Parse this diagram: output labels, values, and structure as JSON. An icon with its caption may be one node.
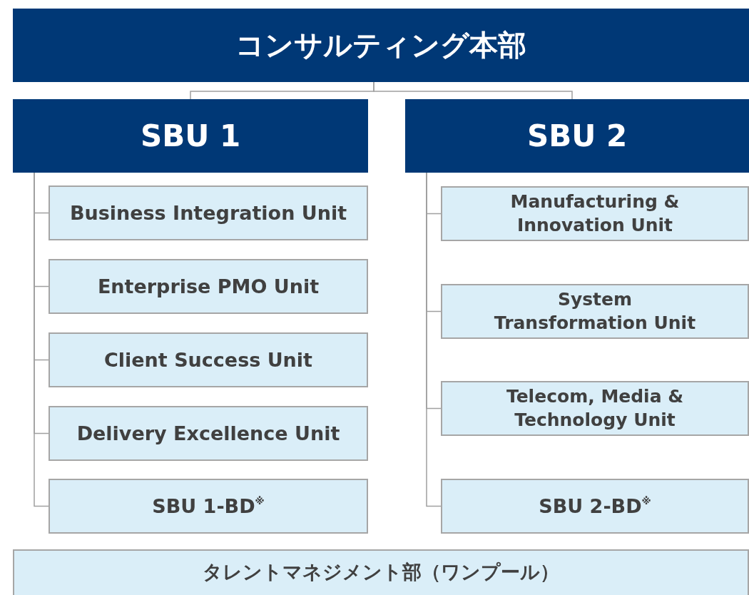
{
  "diagram": {
    "nodes": [
      {
        "text": [
          "コンサルティング本部"
        ]
      },
      {
        "text": [
          "SBU 1"
        ]
      },
      {
        "text": [
          "SBU 2"
        ]
      },
      {
        "text": [
          "Business Integration Unit"
        ]
      },
      {
        "text": [
          "Enterprise PMO Unit"
        ]
      },
      {
        "text": [
          "Client Success Unit"
        ]
      },
      {
        "text": [
          "Delivery Excellence Unit"
        ]
      },
      {
        "text": [
          "SBU 1-BD$^{※}$"
        ]
      },
      {
        "text": [
          "Manufacturing & Innovation Unit"
        ]
      },
      {
        "text": [
          "System Transformation Unit"
        ]
      },
      {
        "text": [
          "Telecom, Media & Technology Unit"
        ]
      },
      {
        "text": [
          "SBU 2-BD$^{※}$"
        ]
      },
      {
        "text": [
          "タレントマネジメント部（ワンプール）"
        ]
      }
    ],
    "edges": [
      {
        "from": 0,
        "to": 1,
        "arrow": "none"
      },
      {
        "from": 0,
        "to": 2,
        "arrow": "none"
      },
      {
        "from": 1,
        "to": 3,
        "arrow": "none"
      },
      {
        "from": 1,
        "to": 4,
        "arrow": "none"
      },
      {
        "from": 1,
        "to": 5,
        "arrow": "none"
      },
      {
        "from": 1,
        "to": 6,
        "arrow": "none"
      },
      {
        "from": 1,
        "to": 7,
        "arrow": "none"
      },
      {
        "from": 2,
        "to": 8,
        "arrow": "none"
      },
      {
        "from": 2,
        "to": 9,
        "arrow": "none"
      },
      {
        "from": 2,
        "to": 10,
        "arrow": "none"
      },
      {
        "from": 2,
        "to": 11,
        "arrow": "none"
      }
    ]
  }
}
